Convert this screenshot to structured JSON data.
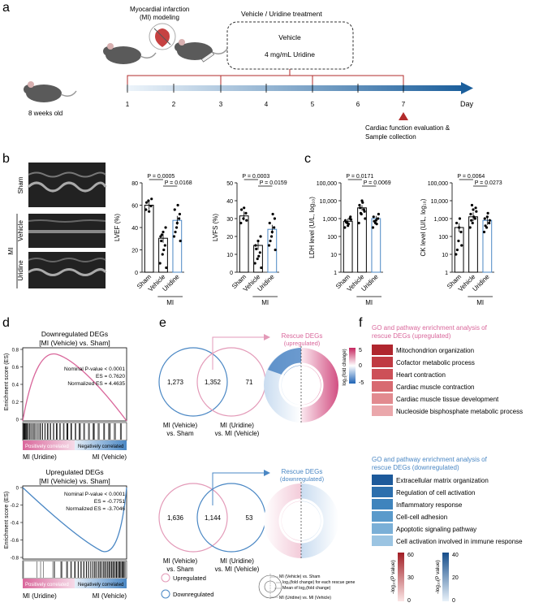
{
  "panels": {
    "a": "a",
    "b": "b",
    "c": "c",
    "d": "d",
    "e": "e",
    "f": "f"
  },
  "panel_a": {
    "age_label": "8 weeks old",
    "mi_label_1": "Myocardial infarction",
    "mi_label_2": "(MI) modeling",
    "treatment_title": "Vehicle / Uridine treatment",
    "treatment_box_line1": "Vehicle",
    "treatment_box_line2": "4 mg/mL Uridine",
    "timeline_ticks": [
      "1",
      "2",
      "3",
      "4",
      "5",
      "6",
      "7"
    ],
    "timeline_unit": "Day",
    "eval_line1": "Cardiac function evaluation &",
    "eval_line2": "Sample collection"
  },
  "panel_b": {
    "echo_labels": [
      "Sham",
      "Vehicle",
      "Uridine"
    ],
    "echo_group": "MI",
    "groups": [
      "Sham",
      "Vehicle",
      "Uridine"
    ],
    "group_footer": "MI",
    "lvef": {
      "ylabel": "LVEF (%)",
      "yticks": [
        "0",
        "20",
        "40",
        "60",
        "80"
      ],
      "p1": "P = 0.0005",
      "p2": "P = 0.0168"
    },
    "lvfs": {
      "ylabel": "LVFS (%)",
      "yticks": [
        "0",
        "10",
        "20",
        "30",
        "40",
        "50"
      ],
      "p1": "P = 0.0003",
      "p2": "P = 0.0159"
    }
  },
  "panel_c": {
    "ldh": {
      "ylabel": "LDH level (U/L, log₁₀)",
      "yticks": [
        "1",
        "10",
        "100",
        "1,000",
        "10,000",
        "100,000"
      ],
      "p1": "P = 0.0171",
      "p2": "P = 0.0069"
    },
    "ck": {
      "ylabel": "CK level (U/L, log₁₀)",
      "yticks": [
        "1",
        "10",
        "100",
        "1,000",
        "10,000",
        "100,000"
      ],
      "p1": "P = 0.0064",
      "p2": "P = 0.0273"
    }
  },
  "panel_d": {
    "ylabel": "Enrichment score (ES)",
    "top": {
      "title1": "Downregulated DEGs",
      "title2": "[MI (Vehicle) vs. Sham]",
      "stats": [
        "Nominal P-value < 0.0001",
        "ES = 0.7620",
        "Normalized ES = 4.4635"
      ],
      "yticks": [
        "0.8",
        "0.6",
        "0.4",
        "0.2",
        "0"
      ]
    },
    "bottom": {
      "title1": "Upregulated DEGs",
      "title2": "[MI (Vehicle) vs. Sham]",
      "stats": [
        "Nominal P-value < 0.0001",
        "ES = -0.7751",
        "Normalized ES = -3.7046"
      ],
      "yticks": [
        "0",
        "-0.2",
        "-0.4",
        "-0.6",
        "-0.8"
      ]
    },
    "bar_left": "Positively correlated",
    "bar_right": "Negatively correlated",
    "x_left": "MI (Uridine)",
    "x_right": "MI (Vehicle)"
  },
  "panel_e": {
    "venn_top": {
      "left": "1,273",
      "mid": "1,352",
      "right": "71"
    },
    "venn_bottom": {
      "left": "1,636",
      "mid": "1,144",
      "right": "53"
    },
    "venn_label_left_1": "MI (Vehicle)",
    "venn_label_left_2": "vs. Sham",
    "venn_label_right_1": "MI (Uridine)",
    "venn_label_right_2": "vs. MI (Vehicle)",
    "rescue_up_1": "Rescue DEGs",
    "rescue_up_2": "(upregulated)",
    "rescue_down_1": "Rescue DEGs",
    "rescue_down_2": "(downregulated)",
    "colorbar_label": "log₂(fold change)",
    "colorbar_ticks": [
      "5",
      "0",
      "-5"
    ],
    "legend_up": "Upregulated",
    "legend_down": "Downregulated",
    "key_lines": [
      "MI (Vehicle) vs. Sham",
      "log₂(fold change) for each rescue gene",
      "Mean of log₂(fold change)",
      "MI (Uridine) vs. MI (Vehicle)"
    ]
  },
  "panel_f": {
    "up_title_1": "GO and pathway enrichment analysis of",
    "up_title_2": "rescue DEGs (upregulated)",
    "up_terms": [
      "Mitochondrion organization",
      "Cofactor metabolic process",
      "Heart contraction",
      "Cardiac muscle contraction",
      "Cardiac muscle tissue development",
      "Nucleoside bisphosphate metabolic process"
    ],
    "up_colors": [
      "#b0262e",
      "#c03a42",
      "#cd5058",
      "#d86a71",
      "#e28a8f",
      "#eaa7ab"
    ],
    "down_title_1": "GO and pathway enrichment analysis of",
    "down_title_2": "rescue DEGs (downregulated)",
    "down_terms": [
      "Extracellular matrix organization",
      "Regulation of cell activation",
      "Inflammatory response",
      "Cell-cell adhesion",
      "Apoptotic signaling pathway",
      "Cell activation involved in immune response"
    ],
    "down_colors": [
      "#1d5a9b",
      "#2c6fad",
      "#3f84bd",
      "#5a9acb",
      "#7aafd7",
      "#9bc4e2"
    ],
    "cb_red_label": "-log₁₀(P value)",
    "cb_red_ticks": [
      "60",
      "30",
      "0"
    ],
    "cb_blue_label": "-log₁₀(P value)",
    "cb_blue_ticks": [
      "40",
      "20",
      "0"
    ]
  },
  "colors": {
    "pink": "#d9679b",
    "blue": "#4a87c4",
    "red": "#b22b2b",
    "timeline": "#1c5f9c"
  }
}
